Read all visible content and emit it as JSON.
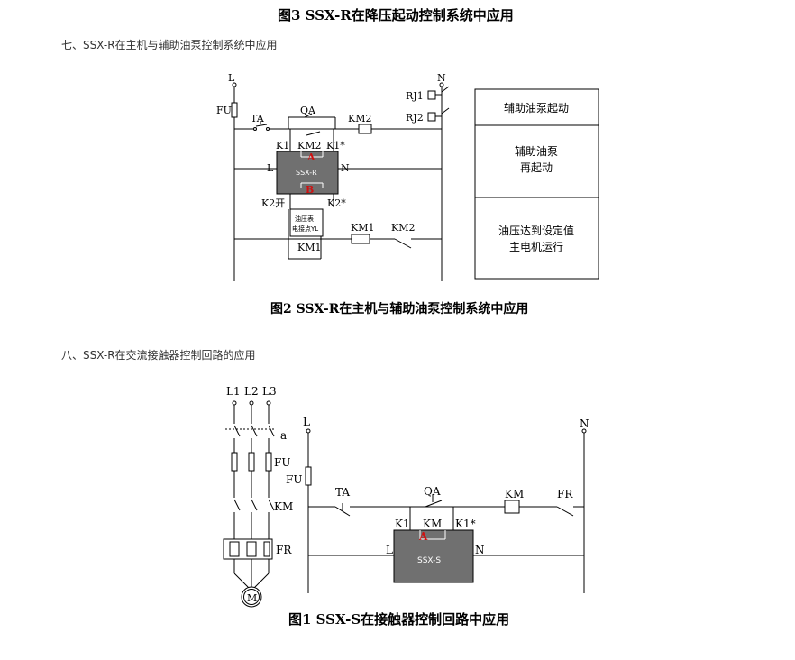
{
  "captions": {
    "fig3": "图3 SSX-R在降压起动控制系统中应用",
    "fig2": "图2 SSX-R在主机与辅助油泵控制系统中应用",
    "fig1": "图1 SSX-S在接触器控制回路中应用"
  },
  "sections": {
    "seven": "七、SSX-R在主机与辅助油泵控制系统中应用",
    "eight": "八、SSX-R在交流接触器控制回路的应用"
  },
  "fig2": {
    "L": "L",
    "N": "N",
    "FU": "FU",
    "TA": "TA",
    "QA": "QA",
    "KM2": "KM2",
    "RJ1": "RJ1",
    "RJ2": "RJ2",
    "K1": "K1",
    "KM2_in": "KM2",
    "K1s": "K1*",
    "A": "A",
    "B": "B",
    "L_in": "L",
    "N_in": "N",
    "model": "SSX-R",
    "K2open": "K2开",
    "K2s": "K2*",
    "gauge_line1": "油压表",
    "gauge_line2": "电接点YL",
    "KM1_coil": "KM1",
    "KM2_contact": "KM2",
    "KM1_hold": "KM1",
    "panel": [
      {
        "lines": [
          "辅助油泵起动"
        ]
      },
      {
        "lines": [
          "辅助油泵",
          "再起动"
        ]
      },
      {
        "lines": [
          "油压达到设定值",
          "主电机运行"
        ]
      }
    ]
  },
  "fig1": {
    "L1": "L1",
    "L2": "L2",
    "L3": "L3",
    "a": "a",
    "FU_main": "FU",
    "KM_main": "KM",
    "FR_main": "FR",
    "M": "M",
    "L": "L",
    "N": "N",
    "FU": "FU",
    "TA": "TA",
    "QA": "QA",
    "KM": "KM",
    "FR": "FR",
    "K1": "K1",
    "KM_in": "KM",
    "K1s": "K1*",
    "A": "A",
    "L_in": "L",
    "N_in": "N",
    "model": "SSX-S"
  }
}
